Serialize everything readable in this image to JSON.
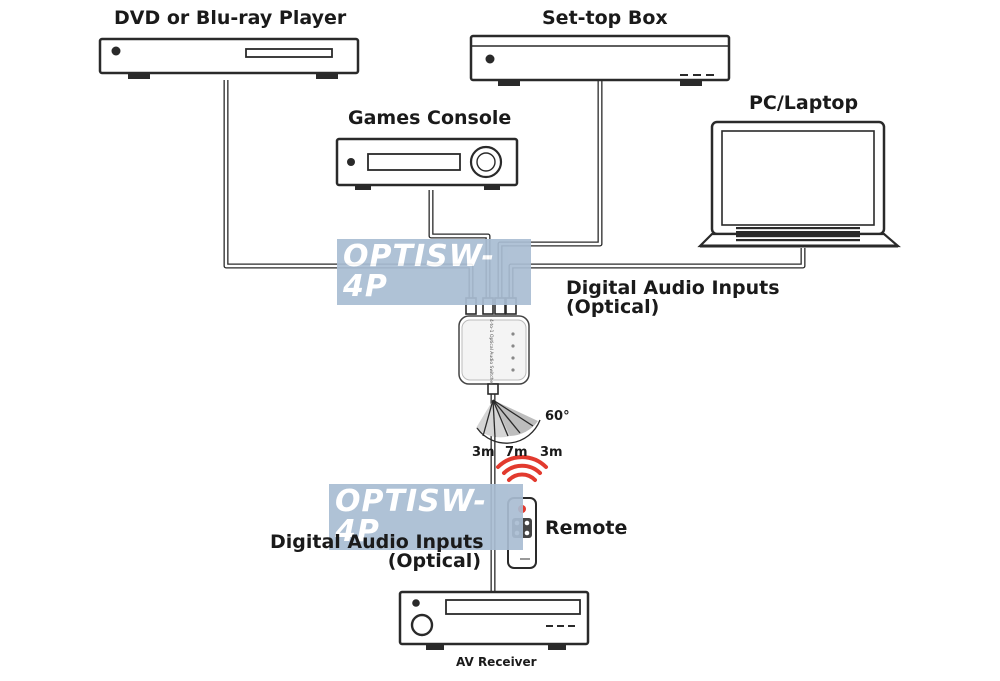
{
  "devices": {
    "dvd_player": "DVD or Blu-ray Player",
    "set_top_box": "Set-top Box",
    "games_console": "Games Console",
    "pc_laptop": "PC/Laptop",
    "av_receiver": "AV Receiver",
    "remote": "Remote"
  },
  "switch": {
    "label": "4-to-1 Optical Audio Switcher",
    "watermark": "OPTISW-4P"
  },
  "connections": {
    "inputs_label_line1": "Digital Audio Inputs",
    "inputs_label_line2": "(Optical)",
    "output_label_line1": "Digital Audio Inputs",
    "output_label_line2": "(Optical)"
  },
  "ir_range": {
    "angle": "60°",
    "left_distance": "3m",
    "center_distance": "7m",
    "right_distance": "3m"
  },
  "colors": {
    "line": "#2a2a2a",
    "cable_fill": "#ffffff",
    "watermark_bg": "#a9bdd3",
    "ir_range": "#bdbdbd",
    "remote_signal": "#e23a2e"
  },
  "icons": {
    "dvd_player": "dvd-player-icon",
    "set_top_box": "set-top-box-icon",
    "games_console": "games-console-icon",
    "pc_laptop": "laptop-icon",
    "switch": "optical-switch-icon",
    "remote": "remote-control-icon",
    "av_receiver": "av-receiver-icon"
  }
}
